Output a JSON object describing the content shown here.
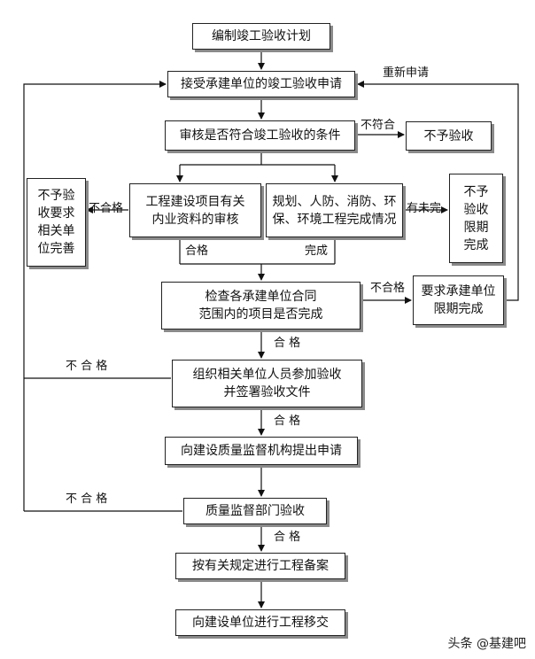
{
  "nodes": {
    "plan": "编制竣工验收计划",
    "accept": "接受承建单位的竣工验收申请",
    "review": "审核是否符合竣工验收的条件",
    "reject": "不予验收",
    "docs": "工程建设项目有关\n内业资料的审核",
    "env": "规划、人防、消防、环\n保、环境工程完成情况",
    "left_reject": "不予验\n收要求\n相关单\n位完善",
    "right_reject": "不予\n验收\n限期\n完成",
    "contract": "检查各承建单位合同\n范围内的项目是否完成",
    "require": "要求承建单位\n限期完成",
    "organize": "组织相关单位人员参加验收\n并签署验收文件",
    "submit": "向建设质量监督机构提出申请",
    "quality": "质量监督部门验收",
    "record": "按有关规定进行工程备案",
    "handover": "向建设单位进行工程移交"
  },
  "labels": {
    "reapply": "重新申请",
    "not_conform": "不符合",
    "unqualified_left": "不合格",
    "incomplete": "有未完",
    "qualified_docs": "合格",
    "completed_env": "完成",
    "unqualified_contract": "不合格",
    "qualified_contract": "合 格",
    "unqualified_organize": "不 合 格",
    "qualified_organize": "合 格",
    "unqualified_quality": "不 合 格",
    "qualified_quality": "合 格"
  },
  "watermark": "头条 @基建吧"
}
